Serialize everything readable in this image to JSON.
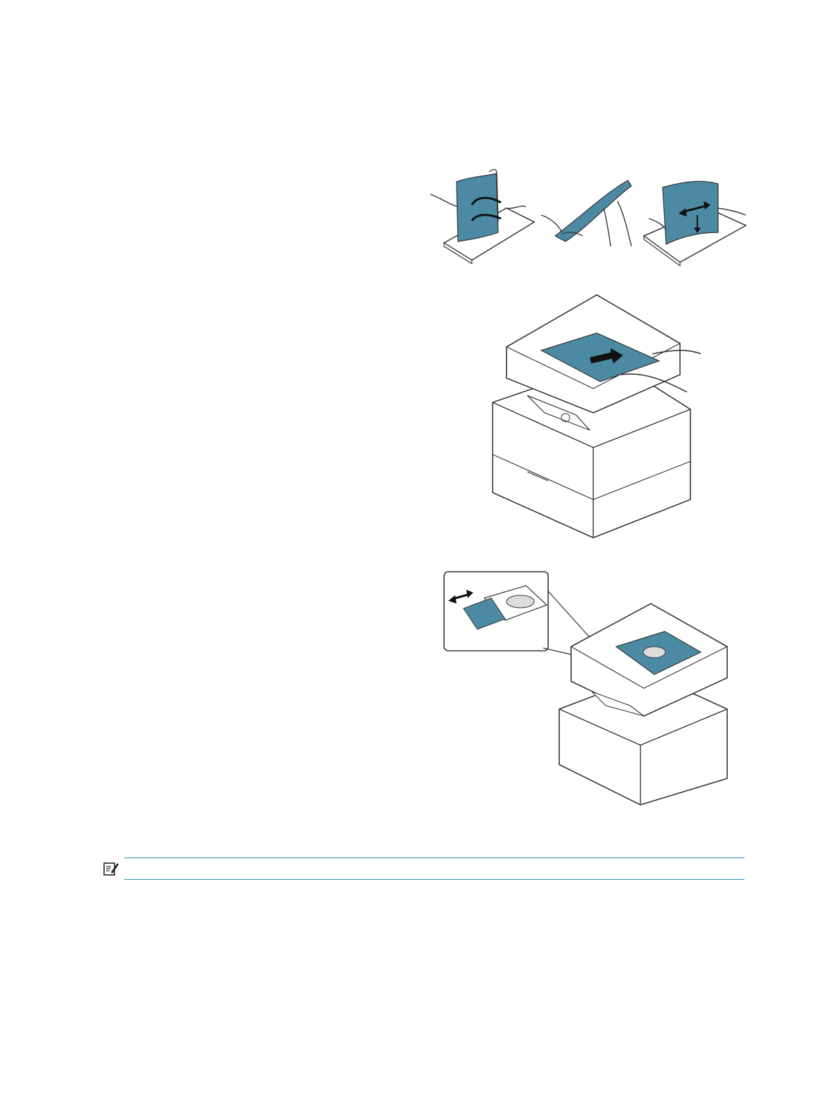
{
  "colors": {
    "paper_blue": "#4c8aa3",
    "paper_blue_dark": "#2f6f87",
    "line": "#333333",
    "note_rule": "#2f8fb8"
  },
  "icons": {
    "note": "note-pencil-icon"
  },
  "figures": [
    {
      "id": "fan-paper",
      "panels": [
        "flex-stack",
        "fan-stack",
        "align-stack"
      ]
    },
    {
      "id": "load-adf"
    },
    {
      "id": "adjust-guides"
    }
  ]
}
